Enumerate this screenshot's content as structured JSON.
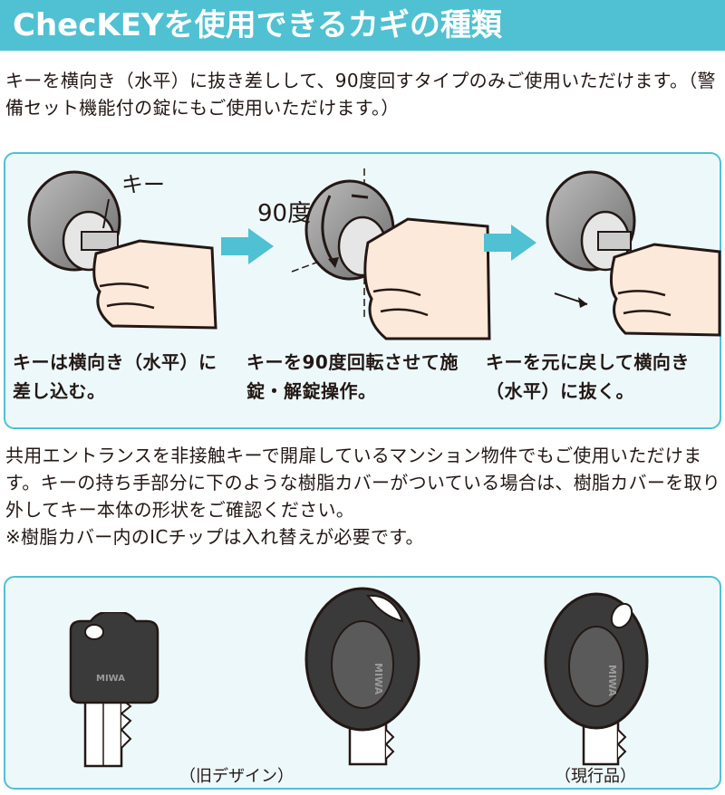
{
  "header": {
    "title": "ChecKEYを使用できるカギの種類"
  },
  "intro": {
    "text": "キーを横向き（水平）に抜き差しして、90度回すタイプのみご使用いただけます。（警備セット機能付の錠にもご使用いただけます。）"
  },
  "steps": {
    "key_label": "キー",
    "angle_label": "90度",
    "items": [
      {
        "caption": "キーは横向き（水平）に差し込む。"
      },
      {
        "caption": "キーを90度回転させて施錠・解錠操作。"
      },
      {
        "caption": "キーを元に戻して横向き（水平）に抜く。"
      }
    ]
  },
  "note": {
    "paragraph": "共用エントランスを非接触キーで開扉しているマンション物件でもご使用いただけます。キーの持ち手部分に下のような樹脂カバーがついている場合は、樹脂カバーを取り外してキー本体の形状をご確認ください。",
    "remark": "※樹脂カバー内のICチップは入れ替えが必要です。"
  },
  "keys": {
    "brand": "MIWA",
    "old_design_label": "（旧デザイン）",
    "current_label": "（現行品）"
  },
  "colors": {
    "accent": "#4fc1d2",
    "panel_bg": "#edf8fb",
    "text": "#231815"
  }
}
